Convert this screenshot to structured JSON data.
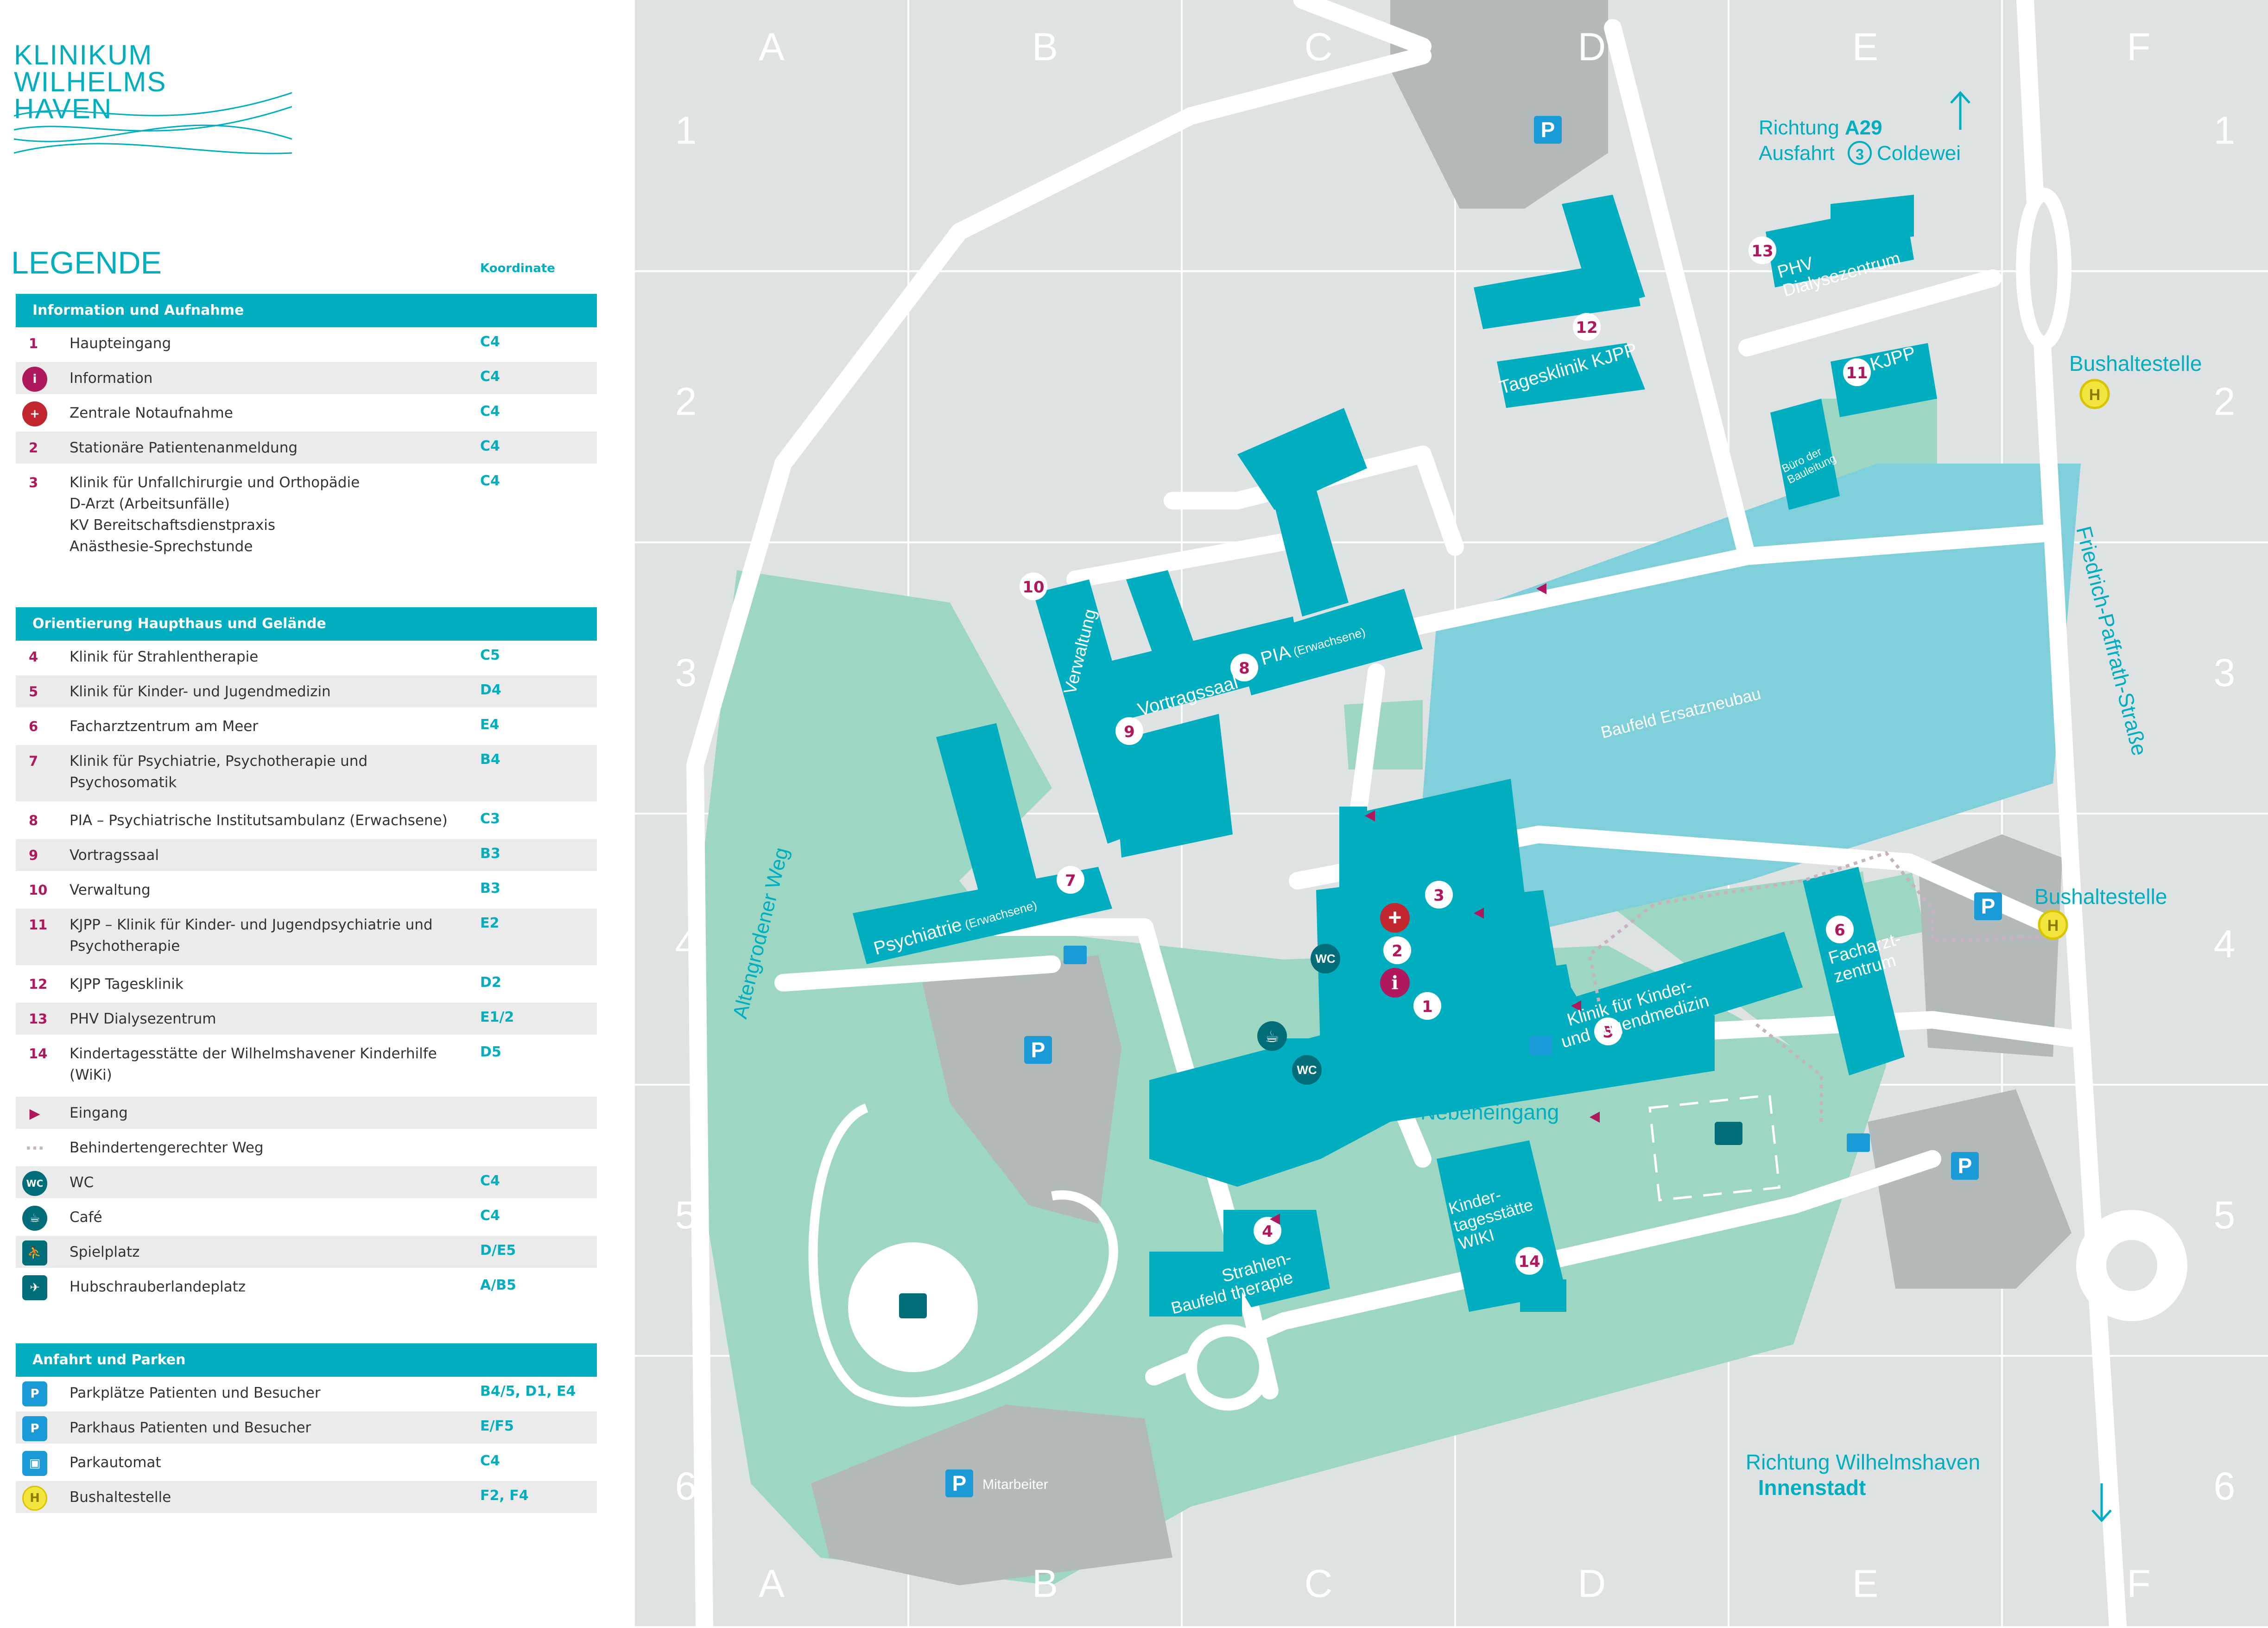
{
  "logo": {
    "line1": "KLINIKUM",
    "line2": "WILHELMS",
    "line3": "HAVEN"
  },
  "legend": {
    "title": "LEGENDE",
    "coord_header": "Koordinate",
    "sections": [
      {
        "title": "Information und Aufnahme",
        "items": [
          {
            "marker": "1",
            "label": "Haupteingang",
            "coord": "C4"
          },
          {
            "marker": "info",
            "label": "Information",
            "coord": "C4"
          },
          {
            "marker": "cross",
            "label": "Zentrale Notaufnahme",
            "coord": "C4"
          },
          {
            "marker": "2",
            "label": "Stationäre Patientenanmeldung",
            "coord": "C4"
          },
          {
            "marker": "3",
            "label": "Klinik für Unfallchirurgie und Orthopädie\nD-Arzt (Arbeitsunfälle)\nKV Bereitschaftsdienstpraxis\nAnästhesie-Sprechstunde",
            "coord": "C4"
          }
        ]
      },
      {
        "title": "Orientierung Haupthaus und Gelände",
        "items": [
          {
            "marker": "4",
            "label": "Klinik für Strahlentherapie",
            "coord": "C5"
          },
          {
            "marker": "5",
            "label": "Klinik für Kinder- und Jugendmedizin",
            "coord": "D4"
          },
          {
            "marker": "6",
            "label": "Facharztzentrum am Meer",
            "coord": "E4"
          },
          {
            "marker": "7",
            "label": "Klinik für Psychiatrie, Psychotherapie und\nPsychosomatik",
            "coord": "B4"
          },
          {
            "marker": "8",
            "label": "PIA – Psychiatrische Institutsambulanz (Erwachsene)",
            "coord": "C3"
          },
          {
            "marker": "9",
            "label": "Vortragssaal",
            "coord": "B3"
          },
          {
            "marker": "10",
            "label": "Verwaltung",
            "coord": "B3"
          },
          {
            "marker": "11",
            "label": "KJPP – Klinik für Kinder- und Jugendpsychiatrie und\n        Psychotherapie",
            "coord": "E2"
          },
          {
            "marker": "12",
            "label": "KJPP Tagesklinik",
            "coord": "D2"
          },
          {
            "marker": "13",
            "label": "PHV Dialysezentrum",
            "coord": "E1/2"
          },
          {
            "marker": "14",
            "label": "Kindertagesstätte der Wilhelmshavener Kinderhilfe\n(WiKi)",
            "coord": "D5"
          },
          {
            "marker": "entrance",
            "label": "Eingang",
            "coord": ""
          },
          {
            "marker": "dots",
            "label": "Behindertengerechter Weg",
            "coord": ""
          },
          {
            "marker": "wc",
            "label": "WC",
            "coord": "C4"
          },
          {
            "marker": "cafe",
            "label": "Café",
            "coord": "C4"
          },
          {
            "marker": "playground",
            "label": "Spielplatz",
            "coord": "D/E5"
          },
          {
            "marker": "heli",
            "label": "Hubschrauberlandeplatz",
            "coord": "A/B5"
          }
        ]
      },
      {
        "title": "Anfahrt und Parken",
        "items": [
          {
            "marker": "P",
            "label": "Parkplätze Patienten und Besucher",
            "coord": "B4/5, D1, E4"
          },
          {
            "marker": "PH",
            "label": "Parkhaus Patienten und Besucher",
            "coord": "E/F5"
          },
          {
            "marker": "automat",
            "label": "Parkautomat",
            "coord": "C4"
          },
          {
            "marker": "H",
            "label": "Bushaltestelle",
            "coord": "F2, F4"
          }
        ]
      }
    ]
  },
  "map": {
    "grid_cols": [
      "A",
      "B",
      "C",
      "D",
      "E",
      "F"
    ],
    "grid_rows": [
      "1",
      "2",
      "3",
      "4",
      "5",
      "6"
    ],
    "labels": {
      "direction_north_1": "Richtung ",
      "direction_north_a29": "A29",
      "direction_north_2a": "Ausfahrt ",
      "direction_north_exit": "3",
      "direction_north_2b": " Coldewei",
      "direction_south_1": "Richtung Wilhelmshaven",
      "direction_south_2": "Innenstadt",
      "bus_stop": "Bushaltestelle",
      "street_east": "Friedrich-Paffrath-Straße",
      "street_west": "Altengrodener Weg",
      "baufeld_big": "Baufeld Ersatzneubau",
      "baufeld_small": "Baufeld",
      "haupteingang": "Haupt-\neingang",
      "nebeneingang": "Nebeneingang",
      "mitarbeiter": "Mitarbeiter",
      "tagesklinik": "Tagesklinik KJPP",
      "phv": "PHV\nDialysezentrum",
      "kjpp": "KJPP",
      "bauleitung": "Büro der\nBauleitung",
      "verwaltung": "Verwaltung",
      "vortragssaal": "Vortragssaal",
      "pia": "PIA",
      "pia_small": " (Erwachsene)",
      "psychiatrie": "Psychiatrie",
      "psychiatrie_small": " (Erwachsene)",
      "kinderklinik": "Klinik für Kinder-\nund Jugendmedizin",
      "facharzt": "Facharzt-\nzentrum",
      "strahlen": "Strahlen-\ntherapie",
      "kita": "Kinder-\ntagesstätte\nWIKI",
      "wc": "WC",
      "P": "P",
      "H": "H"
    },
    "colors": {
      "teal": "#00aebf",
      "green": "#9ed6c4",
      "gray": "#b3b8b9",
      "light": "#dfe2e3",
      "baufeld": "#7fcfda",
      "magenta": "#b0185e",
      "red": "#c2262e",
      "yellow": "#f2e43d"
    }
  }
}
